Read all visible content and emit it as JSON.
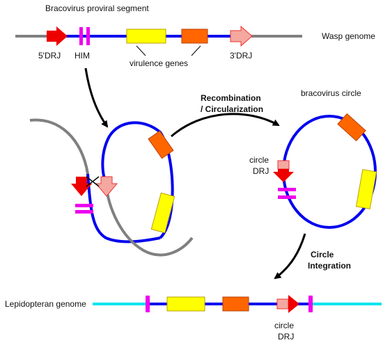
{
  "labels": {
    "segment_title": "Bracovirus proviral segment",
    "wasp_genome": "Wasp genome",
    "drj5": "5'DRJ",
    "him": "HIM",
    "virulence_genes": "virulence genes",
    "drj3": "3'DRJ",
    "recombination_line1": "Recombination",
    "recombination_line2": "/ Circularization",
    "bracovirus_circle": "bracovirus circle",
    "circle_drj_line1": "circle",
    "circle_drj_line2": "DRJ",
    "integration_line1": "Circle",
    "integration_line2": "Integration",
    "lepidopteran_genome": "Lepidopteran genome",
    "final_drj_line1": "circle",
    "final_drj_line2": "DRJ"
  },
  "colors": {
    "wasp_dna": "#808080",
    "viral_dna": "#0000ee",
    "host_dna": "#00e5ee",
    "drj_5": "#ee0000",
    "drj_3": "#f4a8a0",
    "him": "#ee00ee",
    "gene_yellow": "#ffff00",
    "gene_orange": "#ff6600"
  }
}
